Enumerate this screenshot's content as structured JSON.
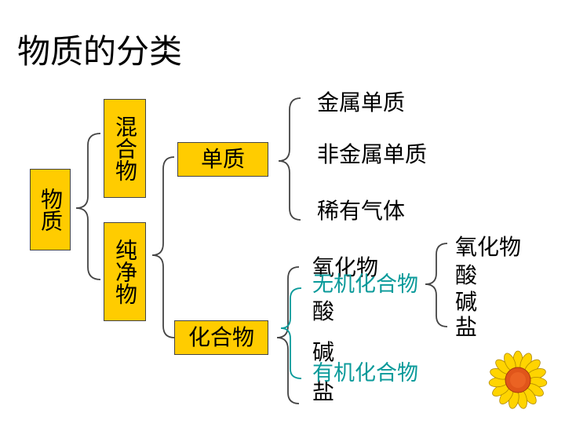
{
  "title": "物质的分类",
  "root": "物质",
  "level1": {
    "mixture": "混合物",
    "pure": "纯净物"
  },
  "level2": {
    "element": "单质",
    "compound": "化合物"
  },
  "element_kinds": [
    "金属单质",
    "非金属单质",
    "稀有气体"
  ],
  "compound_kinds": [
    "氧化物",
    "酸",
    "碱",
    "盐"
  ],
  "compound_groups": {
    "inorganic": "无机化合物",
    "organic": "有机化合物"
  },
  "inorganic_kinds": [
    "氧化物",
    "酸",
    "碱",
    "盐"
  ],
  "colors": {
    "box_fill": "#ffcc00",
    "group_text": "#0a9a9a"
  }
}
